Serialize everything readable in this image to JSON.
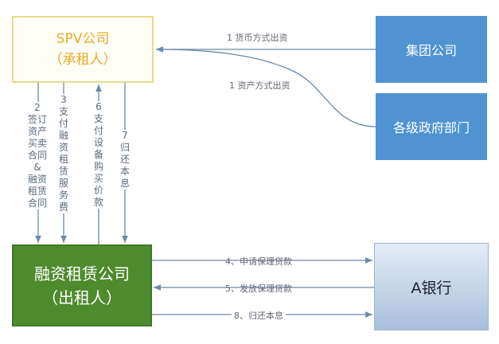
{
  "nodes": {
    "spv": {
      "line1": "SPV公司",
      "line2": "（承租人）"
    },
    "lessor": {
      "line1": "融资租赁公司",
      "line2": "（出租人）"
    },
    "group": "集团公司",
    "gov": "各级政府部门",
    "bank": "A银行"
  },
  "edges": {
    "e1a": "1 货币方式出资",
    "e1b": "1 资产方式出资",
    "e2": {
      "num": "2",
      "text": "签订资产买卖合同",
      "amp": "&",
      "text2": "融资租赁合同"
    },
    "e3": "3支付融资租赁服务费",
    "e6": "6支付设备购买价款",
    "e7": "7归还本息",
    "e4": "4、申请保理贷款",
    "e5": "5、发放保理贷款",
    "e8": "8、归还本息"
  },
  "colors": {
    "line": "#6a8aa8",
    "spv_border": "#e8dc8a",
    "lessor": "#4e8a2e",
    "company": "#4f93d3"
  }
}
